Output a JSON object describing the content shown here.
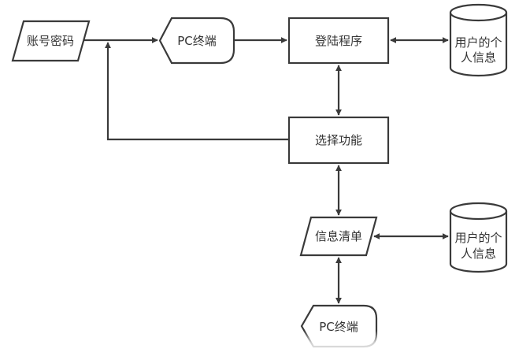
{
  "diagram": {
    "type": "flowchart",
    "nodes": {
      "account_password": {
        "label": "账号密码",
        "shape": "parallelogram (input)"
      },
      "pc_terminal_top": {
        "label": "PC终端",
        "shape": "display"
      },
      "login_program": {
        "label": "登陆程序",
        "shape": "process"
      },
      "user_info_db_top": {
        "label_line1": "用户的个",
        "label_line2": "人信息",
        "shape": "database"
      },
      "select_function": {
        "label": "选择功能",
        "shape": "process"
      },
      "info_list": {
        "label": "信息清单",
        "shape": "parallelogram (input/output)"
      },
      "user_info_db_bottom": {
        "label_line1": "用户的个",
        "label_line2": "人信息",
        "shape": "database"
      },
      "pc_terminal_bottom": {
        "label": "PC终端",
        "shape": "display"
      }
    },
    "edges": [
      {
        "from": "account_password",
        "to": "pc_terminal_top",
        "direction": "forward"
      },
      {
        "from": "pc_terminal_top",
        "to": "login_program",
        "direction": "forward"
      },
      {
        "from": "login_program",
        "to": "user_info_db_top",
        "direction": "both"
      },
      {
        "from": "login_program",
        "to": "select_function",
        "direction": "both"
      },
      {
        "from": "select_function",
        "to": "account_password->pc_terminal_top edge",
        "direction": "forward"
      },
      {
        "from": "select_function",
        "to": "info_list",
        "direction": "both"
      },
      {
        "from": "info_list",
        "to": "user_info_db_bottom",
        "direction": "both"
      },
      {
        "from": "info_list",
        "to": "pc_terminal_bottom",
        "direction": "both"
      }
    ],
    "colors": {
      "stroke": "#3a3a3a",
      "fill": "#ffffff",
      "text": "#333333"
    }
  }
}
